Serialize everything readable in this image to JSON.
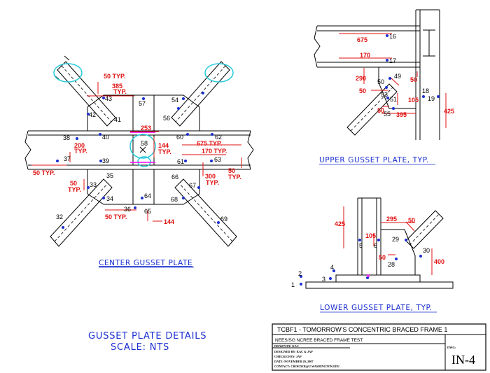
{
  "titles": {
    "center": "CENTER GUSSET PLATE",
    "upper": "UPPER GUSSET PLATE, TYP.",
    "lower": "LOWER GUSSET PLATE, TYP.",
    "details_line1": "GUSSET PLATE DETAILS",
    "details_line2": "SCALE: NTS"
  },
  "center_labels": {
    "n57": "57",
    "n54": "54",
    "n56": "56",
    "n43": "43",
    "n42": "42",
    "n41": "41",
    "n38": "38",
    "n40": "40",
    "n58": "58",
    "n60": "60",
    "n62": "62",
    "n37": "37",
    "n39": "39",
    "n61": "61",
    "n63": "63",
    "n33": "33",
    "n35": "35",
    "n34": "34",
    "n32": "32",
    "n36": "36",
    "n64": "64",
    "n65": "65",
    "n66": "66",
    "n67": "67",
    "n68": "68",
    "n69": "69"
  },
  "center_dims": {
    "d50typ_a": "50 TYP.",
    "d385": "385",
    "d385typ": "TYP.",
    "d253": "253",
    "d144a": "144",
    "d144a_typ": "TYP.",
    "d675": "675 TYP.",
    "d200": "200",
    "d200typ": "TYP.",
    "d170": "170 TYP.",
    "d50typ_b": "50 TYP.",
    "d300": "300",
    "d300typ": "TYP.",
    "d50c": "50",
    "d50c_typ": "TYP.",
    "d50d": "50",
    "d50d_typ": "TYP.",
    "d50typ_e": "50 TYP.",
    "d144b": "144"
  },
  "upper_labels": {
    "n16": "16",
    "n17": "17",
    "n18": "18",
    "n19": "19",
    "n49": "49",
    "n50": "50",
    "n51": "51",
    "n55": "55",
    "n53": "53"
  },
  "upper_dims": {
    "d675": "675",
    "d170": "170",
    "d290": "290",
    "d50a": "50",
    "d50b": "50",
    "d50c": "50",
    "d105": "105",
    "d395": "395",
    "d425": "425"
  },
  "lower_labels": {
    "n1": "1",
    "n2": "2",
    "n3": "3",
    "n4": "4",
    "n5": "5",
    "n6": "6",
    "n29": "29",
    "n28": "28",
    "n30": "30"
  },
  "lower_dims": {
    "d425": "425",
    "d295": "295",
    "d50a": "50",
    "d105": "105",
    "d50b": "50",
    "d400": "400"
  },
  "title_block": {
    "project": "TCBF1 - TOMORROW'S CONCENTRIC BRACED FRAME 1",
    "subtitle": "NEES/SG NCREE BRACED FRAME TEST",
    "drawn_by": "DRAWN BY: KAC",
    "designed_by": "DESIGNED BY: KAC & JAP",
    "checked_by": "CHECKED BY: JAP",
    "date": "DATE: NOVEMBER 20, 2007",
    "contact": "CONTACT: CROEDER@U.WASHINGTON.EDU",
    "dwg_label": "DWG:",
    "dwg_number": "IN-4"
  },
  "colors": {
    "linework": "#000000",
    "dimension": "#e01010",
    "title_text": "#1a2fd0",
    "instrument_dot": "#1a2fd0",
    "highlight_circle": "#25c9d9",
    "marker": "#ff00ff"
  }
}
